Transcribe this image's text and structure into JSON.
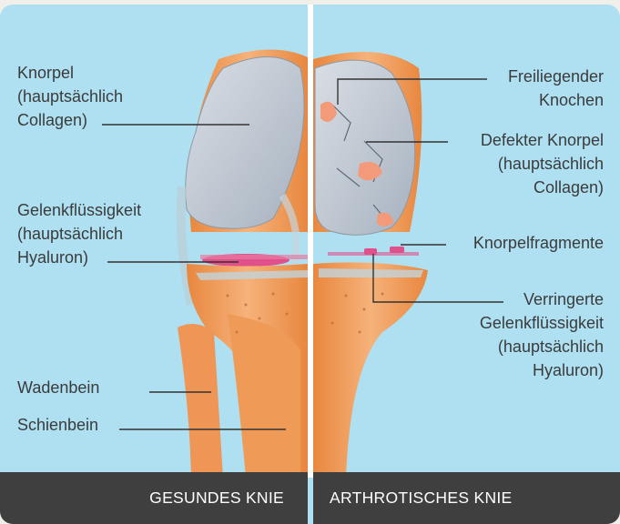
{
  "labels_left": {
    "knorpel": [
      "Knorpel",
      "(hauptsächlich",
      "Collagen)"
    ],
    "gelenk": [
      "Gelenkflüssigkeit",
      "(hauptsächlich",
      "Hyaluron)"
    ],
    "wadenbein": "Wadenbein",
    "schienbein": "Schienbein"
  },
  "labels_right": {
    "freiliegend": [
      "Freiliegender",
      "Knochen"
    ],
    "defekt": [
      "Defekter Knorpel",
      "(hauptsächlich",
      "Collagen)"
    ],
    "fragmente": "Knorpelfragmente",
    "verringert": [
      "Verringerte",
      "Gelenkflüssigkeit",
      "(hauptsächlich",
      "Hyaluron)"
    ]
  },
  "footer": {
    "left": "GESUNDES KNIE",
    "right": "ARTHROTISCHES KNIE"
  },
  "colors": {
    "background": "#aee0f2",
    "bone": "#f0a060",
    "cartilage": "#c3ccd6",
    "fluid": "#e0508a",
    "footer": "#3f3f40"
  }
}
